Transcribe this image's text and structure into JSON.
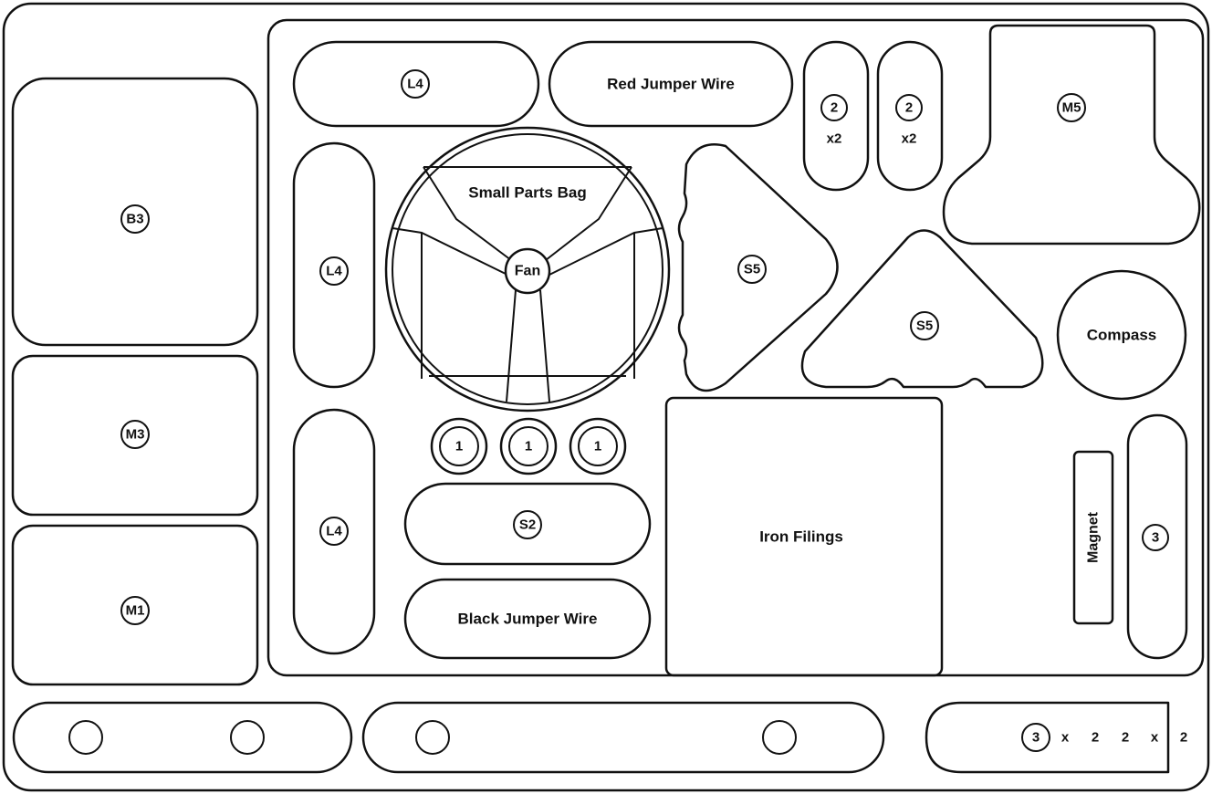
{
  "tray": {
    "left": {
      "b3": "B3",
      "m3": "M3",
      "m1": "M1"
    },
    "top": {
      "l4_top": "L4",
      "red_wire": "Red Jumper Wire"
    },
    "small": {
      "two_a": "2",
      "two_a_qty": "x2",
      "two_b": "2",
      "two_b_qty": "x2"
    },
    "m5": "M5",
    "middle": {
      "l4_mid": "L4",
      "l4_low": "L4",
      "small_parts_bag": "Small Parts Bag",
      "fan": "Fan"
    },
    "ones": [
      "1",
      "1",
      "1"
    ],
    "s2": "S2",
    "black_wire": "Black Jumper Wire",
    "s5_a": "S5",
    "s5_b": "S5",
    "compass": "Compass",
    "iron_filings": "Iron Filings",
    "magnet": "Magnet",
    "three": "3",
    "bottom": {
      "badge": "3",
      "x1": "x",
      "n1": "2",
      "n2": "2",
      "x2": "x",
      "n3": "2"
    }
  }
}
